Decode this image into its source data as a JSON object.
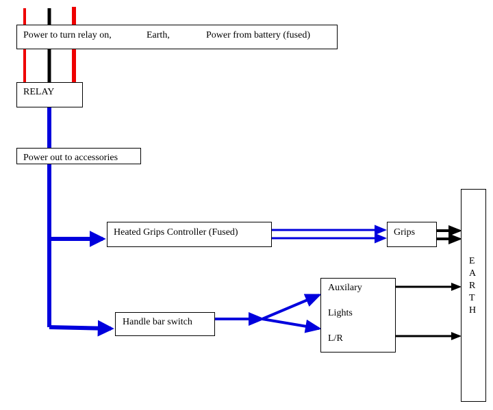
{
  "top_box": {
    "relay_on_label": "Power to turn relay on,",
    "earth_label": "Earth,",
    "battery_label": "Power from battery (fused)"
  },
  "relay_label": "RELAY",
  "power_out_label": "Power out to accessories",
  "heated_grips_label": "Heated Grips Controller (Fused)",
  "grips_label": "Grips",
  "handle_switch_label": "Handle bar switch",
  "outputs_box": {
    "line1": "Auxilary",
    "line2": "Lights",
    "line3": "L/R"
  },
  "earth_letters": [
    "E",
    "A",
    "R",
    "T",
    "H"
  ],
  "colors": {
    "power_wire": "#ee0000",
    "earth_wire": "#000000",
    "accessory_wire": "#0000dd"
  }
}
